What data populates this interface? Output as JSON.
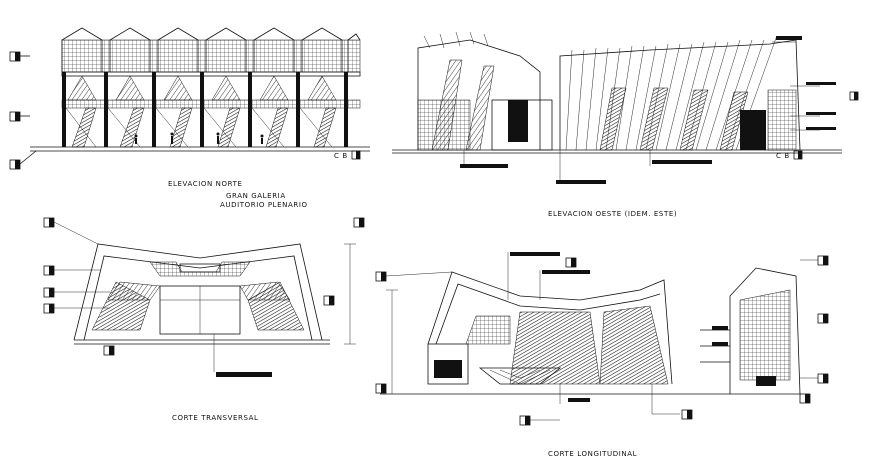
{
  "drawings": {
    "north_elevation": {
      "title": "ELEVACION NORTE",
      "notes": [
        "GRAN GALERIA",
        "AUDITORIO PLENARIO"
      ],
      "marker": "C B"
    },
    "west_elevation": {
      "title": "ELEVACION OESTE (IDEM. ESTE)",
      "marker": "C B"
    },
    "transverse_section": {
      "title": "CORTE TRANSVERSAL"
    },
    "longitudinal_section": {
      "title": "CORTE LONGITUDINAL"
    }
  },
  "colors": {
    "line": "#111111",
    "background": "#ffffff"
  }
}
